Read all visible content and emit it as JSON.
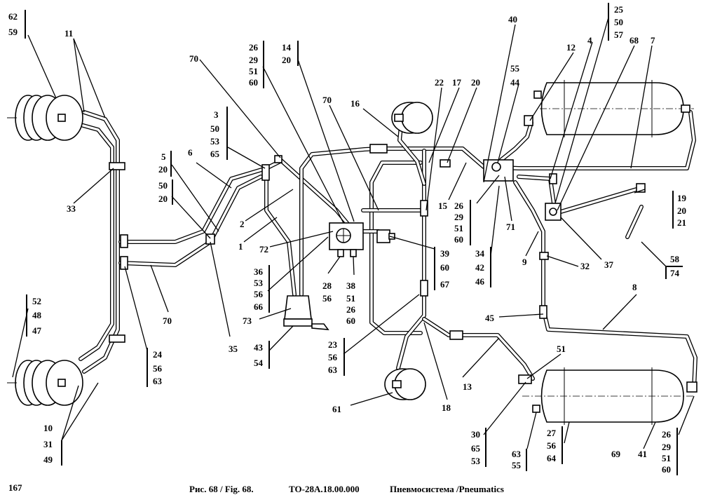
{
  "page_number": "167",
  "caption": {
    "figure": "Рис. 68 / Fig. 68.",
    "code": "ТО-28А.18.00.000",
    "title": "Пневмосистема /Pneumatics"
  },
  "callouts": {
    "c62_59": [
      "62",
      "59"
    ],
    "c11": [
      "11"
    ],
    "c33": [
      "33"
    ],
    "c5_20": [
      "5",
      "20"
    ],
    "c6": [
      "6"
    ],
    "c50_20": [
      "50",
      "20"
    ],
    "c3": [
      "3",
      "50",
      "53",
      "65"
    ],
    "c70a": [
      "70"
    ],
    "c26a": [
      "26",
      "29",
      "51",
      "60"
    ],
    "c14": [
      "14",
      "20"
    ],
    "c70b": [
      "70"
    ],
    "c16": [
      "16"
    ],
    "c22": [
      "22"
    ],
    "c17": [
      "17"
    ],
    "c20a": [
      "20"
    ],
    "c40": [
      "40"
    ],
    "c55_44": [
      "55",
      "44"
    ],
    "c12": [
      "12"
    ],
    "c4": [
      "4"
    ],
    "c25": [
      "25",
      "50",
      "57"
    ],
    "c68": [
      "68"
    ],
    "c7": [
      "7"
    ],
    "c2": [
      "2"
    ],
    "c1": [
      "1"
    ],
    "c72": [
      "72"
    ],
    "c15": [
      "15"
    ],
    "c26b": [
      "26",
      "29",
      "51",
      "60"
    ],
    "c71": [
      "71"
    ],
    "c19": [
      "19",
      "20",
      "21"
    ],
    "c9": [
      "9"
    ],
    "c37": [
      "37"
    ],
    "c32": [
      "32"
    ],
    "c34": [
      "34",
      "42",
      "46"
    ],
    "c39": [
      "39",
      "60",
      "67"
    ],
    "c58": [
      "58",
      "74"
    ],
    "c36": [
      "36",
      "53",
      "56",
      "66"
    ],
    "c28": [
      "28",
      "56"
    ],
    "c38": [
      "38",
      "51",
      "26",
      "60"
    ],
    "c73": [
      "73"
    ],
    "c70c": [
      "70"
    ],
    "c8": [
      "8"
    ],
    "c45": [
      "45"
    ],
    "c52": [
      "52",
      "48",
      "47"
    ],
    "c43": [
      "43",
      "54"
    ],
    "c35": [
      "35"
    ],
    "c24": [
      "24",
      "56",
      "63"
    ],
    "c23": [
      "23",
      "56",
      "63"
    ],
    "c51": [
      "51"
    ],
    "c13": [
      "13"
    ],
    "c18": [
      "18"
    ],
    "c61": [
      "61"
    ],
    "c10": [
      "10",
      "31",
      "49"
    ],
    "c30": [
      "30",
      "65",
      "53"
    ],
    "c63": [
      "63",
      "55"
    ],
    "c27": [
      "27",
      "56",
      "64"
    ],
    "c69": [
      "69"
    ],
    "c41": [
      "41"
    ],
    "c26c": [
      "26",
      "29",
      "51",
      "60"
    ]
  }
}
